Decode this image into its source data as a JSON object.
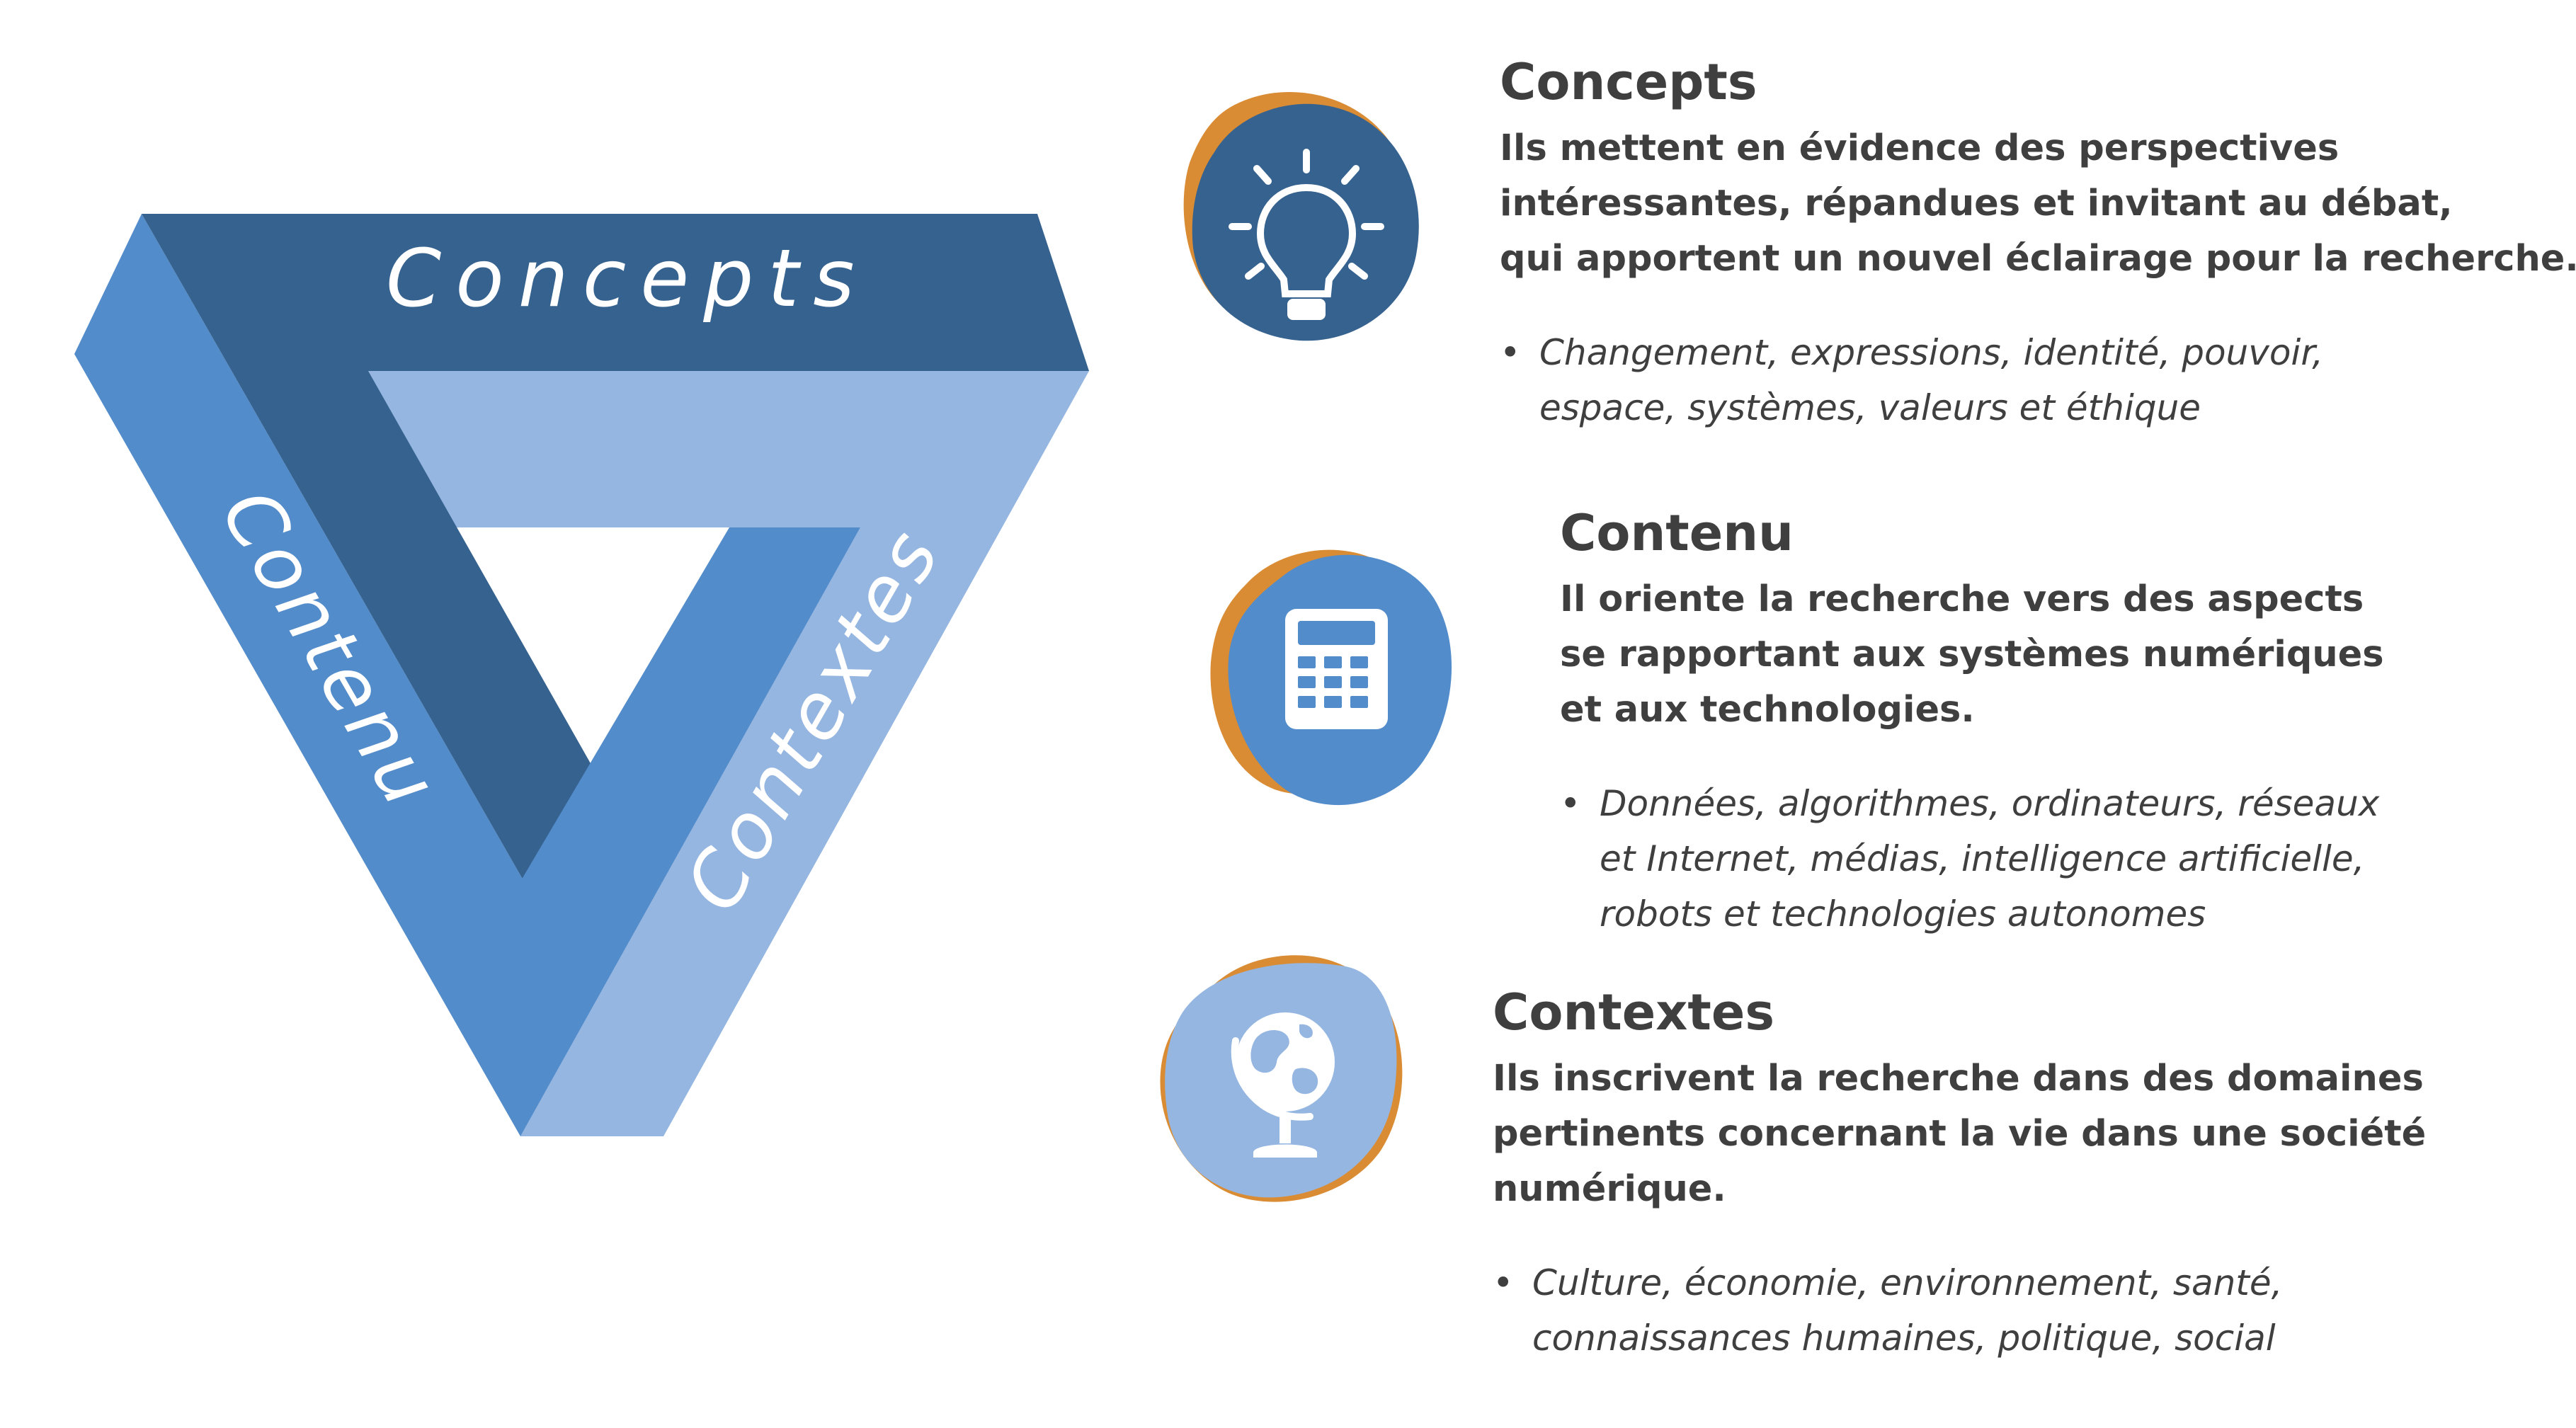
{
  "colors": {
    "dark_blue": "#35628F",
    "medium_blue": "#538CCB",
    "light_blue": "#95B6E1",
    "orange": "#D98C34",
    "text": "#3F3F3F"
  },
  "triangle": {
    "labels": {
      "concepts": "Concepts",
      "contenu": "Contenu",
      "contextes": "Contextes"
    }
  },
  "sections": [
    {
      "key": "concepts",
      "icon": "lightbulb-icon",
      "title": "Concepts",
      "description": [
        "Ils mettent en évidence des perspectives",
        "intéressantes, répandues et invitant au débat,",
        "qui apportent un nouvel éclairage pour la recherche."
      ],
      "examples": [
        "Changement, expressions, identité, pouvoir,",
        "espace, systèmes, valeurs et éthique"
      ]
    },
    {
      "key": "contenu",
      "icon": "calculator-icon",
      "title": "Contenu",
      "description": [
        "Il oriente la recherche vers des aspects",
        "se rapportant aux systèmes numériques",
        "et aux technologies."
      ],
      "examples": [
        "Données, algorithmes, ordinateurs, réseaux",
        "et Internet, médias, intelligence artificielle,",
        "robots et technologies autonomes"
      ]
    },
    {
      "key": "contextes",
      "icon": "globe-icon",
      "title": "Contextes",
      "description": [
        "Ils inscrivent la recherche dans des domaines",
        "pertinents concernant la vie dans une société",
        "numérique."
      ],
      "examples": [
        "Culture, économie, environnement, santé,",
        "connaissances humaines, politique, social"
      ]
    }
  ]
}
